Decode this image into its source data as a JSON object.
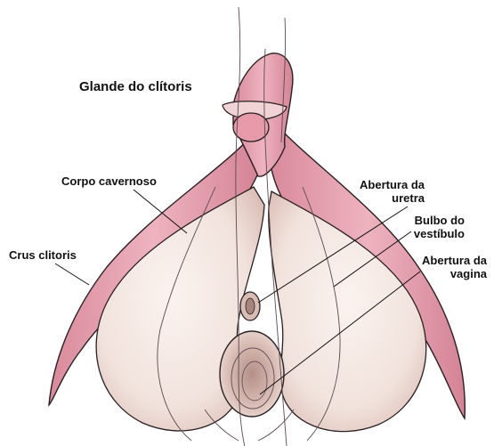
{
  "labels": {
    "glans": "Glande do clítoris",
    "corpus": "Corpo cavernoso",
    "crus": "Crus clitoris",
    "urethra_line1": "Abertura da",
    "urethra_line2": "uretra",
    "bulb_line1": "Bulbo do",
    "bulb_line2": "vestíbulo",
    "vagina_line1": "Abertura da",
    "vagina_line2": "vagina"
  },
  "colors": {
    "pink_fill": "#e8a0ad",
    "pink_dark": "#c76b80",
    "bulb_fill": "#f4e6e0",
    "bulb_shade": "#e2c8c0",
    "outline": "#2a2024",
    "nerve": "#5a4a4e"
  }
}
